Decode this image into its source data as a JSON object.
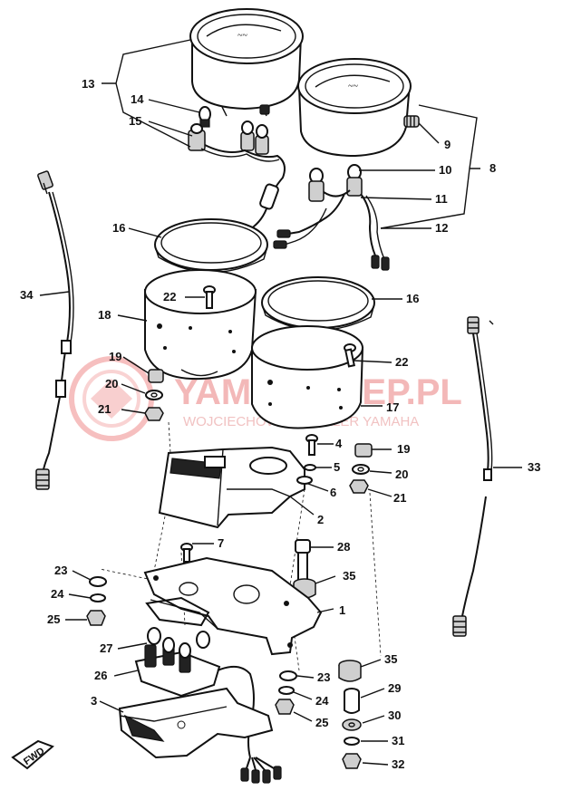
{
  "watermark": {
    "title": "YAMA-SKLEP.PL",
    "subtitle": "WOJCIECHOWICZ DEALER YAMAHA"
  },
  "fwd_label": "FWD",
  "callouts": [
    {
      "id": "c13",
      "label": "13"
    },
    {
      "id": "c14",
      "label": "14"
    },
    {
      "id": "c15",
      "label": "15"
    },
    {
      "id": "c9",
      "label": "9"
    },
    {
      "id": "c8",
      "label": "8"
    },
    {
      "id": "c10",
      "label": "10"
    },
    {
      "id": "c11",
      "label": "11"
    },
    {
      "id": "c12",
      "label": "12"
    },
    {
      "id": "c16a",
      "label": "16"
    },
    {
      "id": "c34",
      "label": "34"
    },
    {
      "id": "c22a",
      "label": "22"
    },
    {
      "id": "c18",
      "label": "18"
    },
    {
      "id": "c16b",
      "label": "16"
    },
    {
      "id": "c19a",
      "label": "19"
    },
    {
      "id": "c20a",
      "label": "20"
    },
    {
      "id": "c21a",
      "label": "21"
    },
    {
      "id": "c22b",
      "label": "22"
    },
    {
      "id": "c17",
      "label": "17"
    },
    {
      "id": "c4",
      "label": "4"
    },
    {
      "id": "c19b",
      "label": "19"
    },
    {
      "id": "c5",
      "label": "5"
    },
    {
      "id": "c20b",
      "label": "20"
    },
    {
      "id": "c33",
      "label": "33"
    },
    {
      "id": "c6",
      "label": "6"
    },
    {
      "id": "c21b",
      "label": "21"
    },
    {
      "id": "c2",
      "label": "2"
    },
    {
      "id": "c7",
      "label": "7"
    },
    {
      "id": "c28",
      "label": "28"
    },
    {
      "id": "c23a",
      "label": "23"
    },
    {
      "id": "c35a",
      "label": "35"
    },
    {
      "id": "c24a",
      "label": "24"
    },
    {
      "id": "c1",
      "label": "1"
    },
    {
      "id": "c25a",
      "label": "25"
    },
    {
      "id": "c27",
      "label": "27"
    },
    {
      "id": "c35b",
      "label": "35"
    },
    {
      "id": "c26",
      "label": "26"
    },
    {
      "id": "c23b",
      "label": "23"
    },
    {
      "id": "c29",
      "label": "29"
    },
    {
      "id": "c24b",
      "label": "24"
    },
    {
      "id": "c3",
      "label": "3"
    },
    {
      "id": "c30",
      "label": "30"
    },
    {
      "id": "c25b",
      "label": "25"
    },
    {
      "id": "c31",
      "label": "31"
    },
    {
      "id": "c32",
      "label": "32"
    }
  ]
}
